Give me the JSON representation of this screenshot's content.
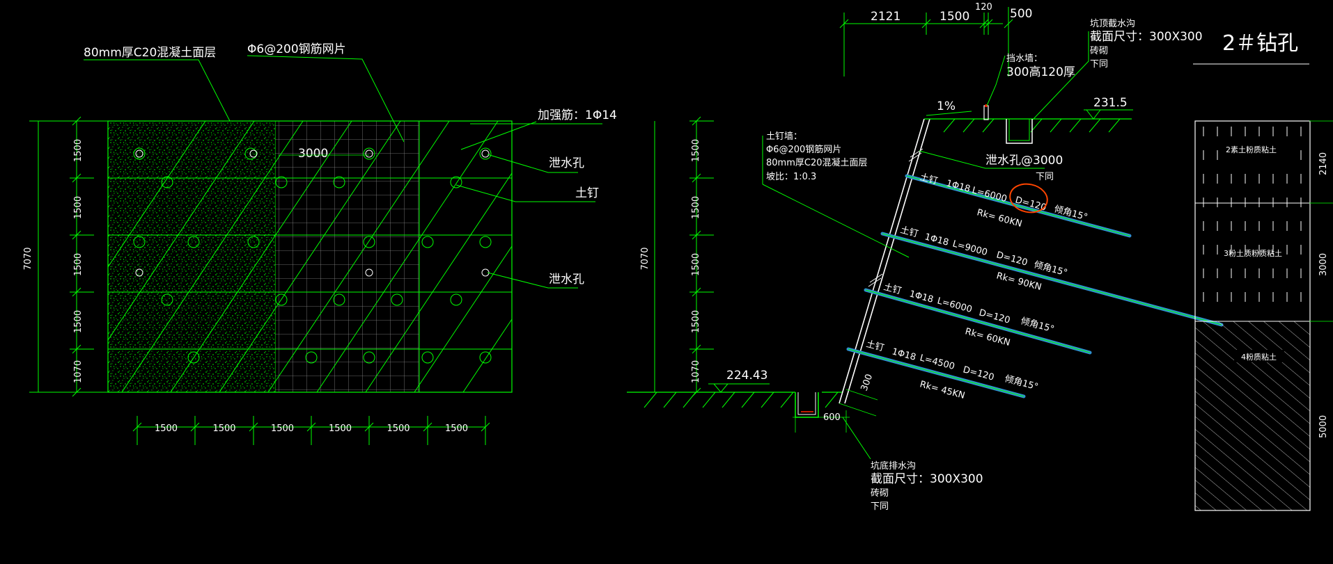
{
  "colors": {
    "background": "#000000",
    "line": "#00ff00",
    "text": "#ffffff",
    "nail": "#2f8fd0",
    "highlight": "#ff4500",
    "drain": "#ff2200"
  },
  "elevation": {
    "surface_label": "80mm厚C20混凝土面层",
    "mesh_label": "Φ6@200钢筋网片",
    "reinforcement_label": "加强筋：1Φ14",
    "drain_hole_label_1": "泄水孔",
    "soil_nail_label": "土钉",
    "drain_hole_label_2": "泄水孔",
    "spacing_label": "3000",
    "total_height": "7070",
    "row_heights": [
      "1500",
      "1500",
      "1500",
      "1500",
      "1070"
    ],
    "column_widths": [
      "1500",
      "1500",
      "1500",
      "1500",
      "1500",
      "1500"
    ]
  },
  "section": {
    "top_dims": [
      "2121",
      "1500",
      "120",
      "500"
    ],
    "ditch_top": [
      "坑顶截水沟",
      "截面尺寸：300X300",
      "砖砌",
      "下同"
    ],
    "parapet": [
      "挡水墙：",
      "300高120厚"
    ],
    "slope_mark": "1%",
    "top_elevation": "231.5",
    "wall_notes": [
      "土钉墙：",
      "Φ6@200钢筋网片",
      "80mm厚C20混凝土面层",
      "坡比：1:0.3"
    ],
    "weep_holes": [
      "泄水孔@3000",
      "下同"
    ],
    "nails": [
      {
        "label": "土钉",
        "bar": "1Φ18",
        "length": "L=6000",
        "diameter": "D=120",
        "angle": "倾角15°",
        "force": "Rk= 60KN"
      },
      {
        "label": "土钉",
        "bar": "1Φ18",
        "length": "L=9000",
        "diameter": "D=120",
        "angle": "倾角15°",
        "force": "Rk= 90KN"
      },
      {
        "label": "土钉",
        "bar": "1Φ18",
        "length": "L=6000",
        "diameter": "D=120",
        "angle": "倾角15°",
        "force": "Rk= 60KN"
      },
      {
        "label": "土钉",
        "bar": "1Φ18",
        "length": "L=4500",
        "diameter": "D=120",
        "angle": "倾角15°",
        "force": "Rk= 45KN"
      }
    ],
    "total_height": "7070",
    "row_heights": [
      "1500",
      "1500",
      "1500",
      "1500",
      "1070"
    ],
    "bottom_elevation": "224.43",
    "toe_dim": "300",
    "ditch_width": "600",
    "ditch_bottom": [
      "坑底排水沟",
      "截面尺寸：300X300",
      "砖砌",
      "下同"
    ]
  },
  "borehole": {
    "title": "2＃钻孔",
    "layers": [
      {
        "name": "2素土粉质粘土",
        "thickness": "2140"
      },
      {
        "name": "3粉土质粉质粘土",
        "thickness": "3000"
      },
      {
        "name": "4粉质粘土",
        "thickness": "5000"
      }
    ]
  }
}
